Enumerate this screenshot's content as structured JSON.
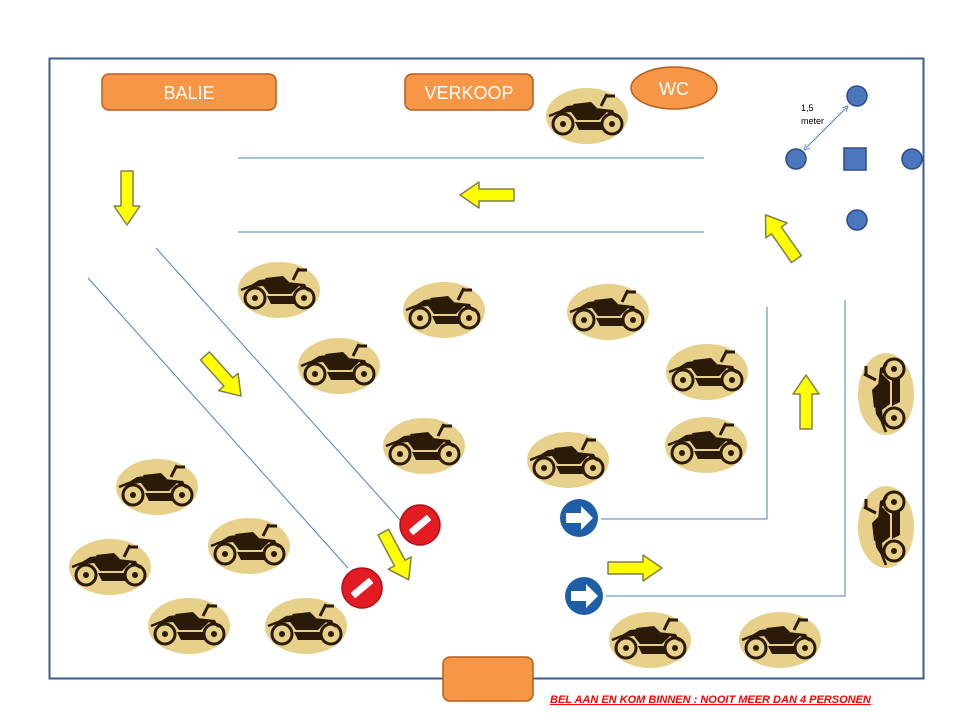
{
  "labels": {
    "balie": "BALIE",
    "verkoop": "VERKOOP",
    "wc": "WC",
    "distance_value": "1,5",
    "distance_unit": "meter"
  },
  "notice": "BEL AAN EN KOM BINNEN : NOOIT MEER DAN 4 PERSONEN",
  "colors": {
    "room_border": "#3a5f8f",
    "counter_fill": "#f79646",
    "counter_stroke": "#b35f1e",
    "guide_line": "#4f81bd",
    "arrow_fill": "#ffff00",
    "arrow_stroke": "#7f7f50",
    "moto_blob": "#e6d08a",
    "moto_ink": "#2b1a08",
    "no_entry": "#e31b23",
    "direction_sign": "#1f5fa8",
    "person_marker": "#4a77be",
    "notice_text": "#ff0000"
  },
  "icons": [
    "motorcycle-icon",
    "no-entry-sign-icon",
    "direction-sign-icon",
    "arrow-icon",
    "person-marker-icon"
  ]
}
